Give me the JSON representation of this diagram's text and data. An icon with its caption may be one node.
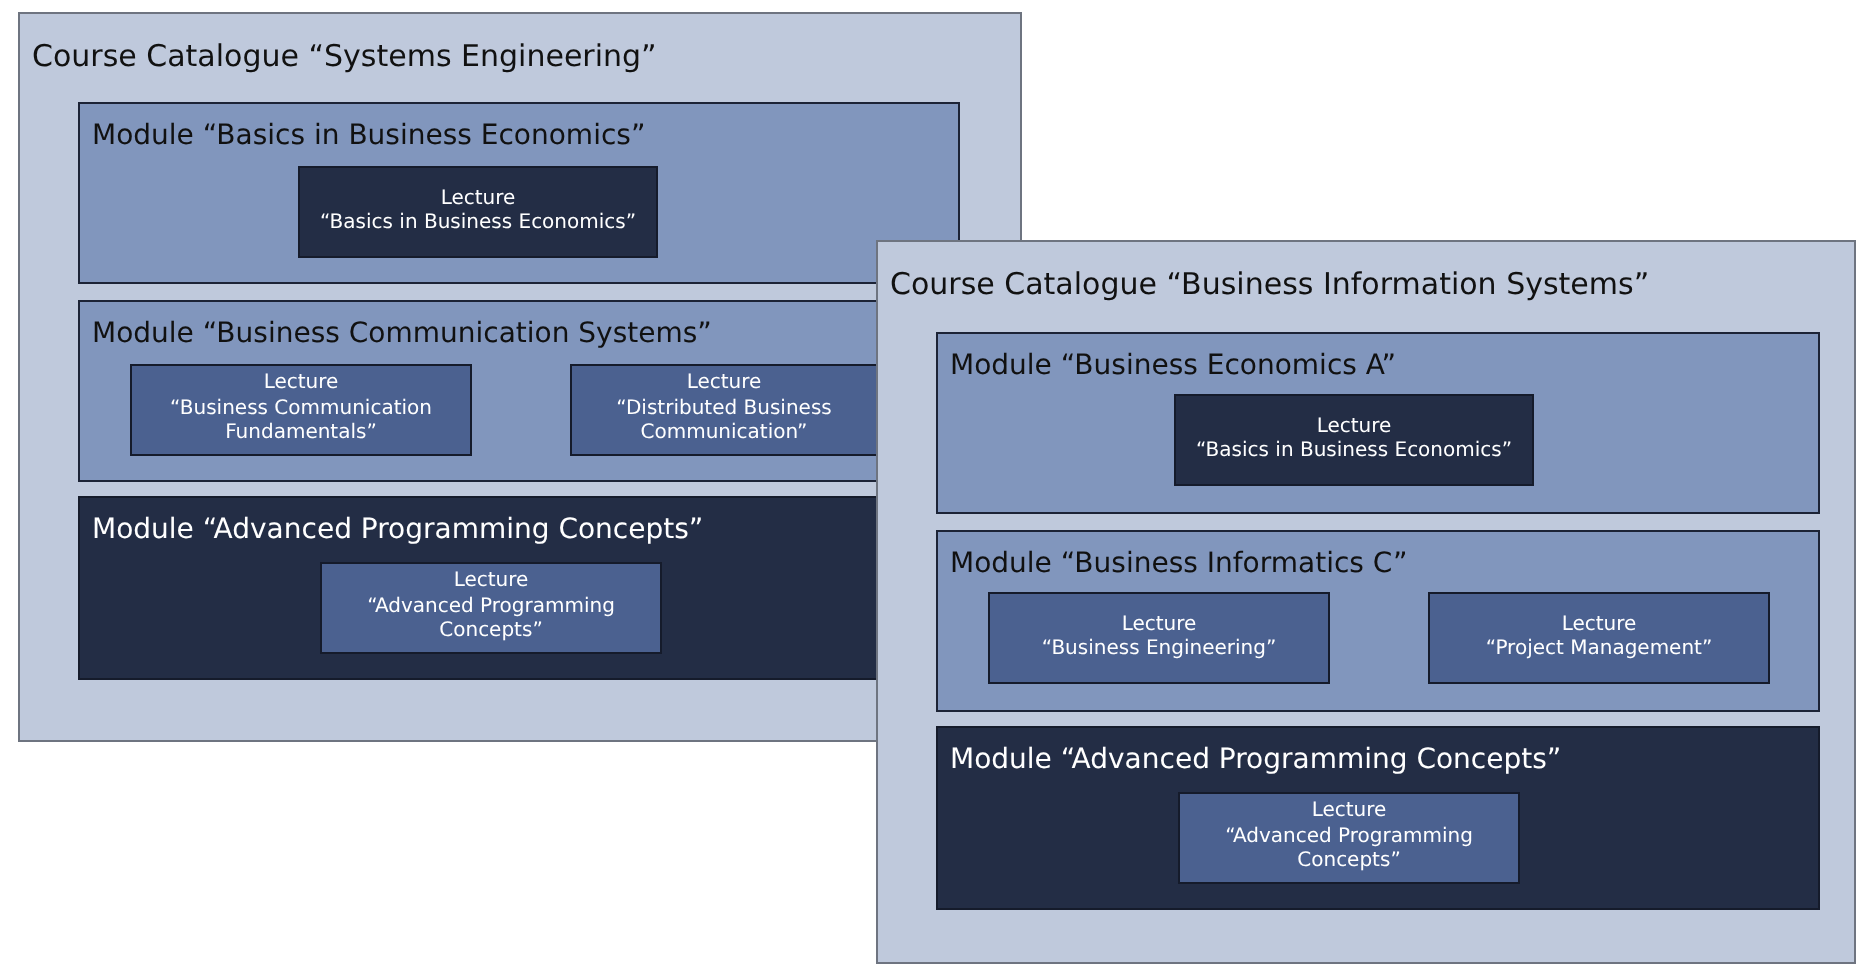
{
  "diagram": {
    "nodes": [
      {
        "text": [
          "Course Catalogue “Systems Engineering”"
        ]
      },
      {
        "text": [
          "Module “Basics in Business Economics”"
        ],
        "in": 0
      },
      {
        "text": [
          "Lecture",
          "“Basics in Business Economics”"
        ],
        "in": 1
      },
      {
        "text": [
          "Module “Business Communication Systems”"
        ],
        "in": 0
      },
      {
        "text": [
          "Lecture",
          "“Business Communication Fundamentals”"
        ],
        "in": 3
      },
      {
        "text": [
          "Lecture",
          "“Distributed Business Communication”"
        ],
        "in": 3
      },
      {
        "text": [
          "Module “Advanced Programming Concepts”"
        ],
        "in": 0
      },
      {
        "text": [
          "Lecture",
          "“Advanced Programming Concepts”"
        ],
        "in": 6
      },
      {
        "text": [
          "Course Catalogue “Business Information Systems”"
        ]
      },
      {
        "text": [
          "Module “Business Economics A”"
        ],
        "in": 8
      },
      {
        "text": [
          "Lecture",
          "“Basics in Business Economics”"
        ],
        "in": 9
      },
      {
        "text": [
          "Module “Business Informatics C”"
        ],
        "in": 8
      },
      {
        "text": [
          "Lecture",
          "“Business Engineering”"
        ],
        "in": 11
      },
      {
        "text": [
          "Lecture",
          "“Project Management”"
        ],
        "in": 11
      },
      {
        "text": [
          "Module “Advanced Programming Concepts”"
        ],
        "in": 8
      },
      {
        "text": [
          "Lecture",
          "“Advanced Programming Concepts”"
        ],
        "in": 14
      }
    ]
  }
}
